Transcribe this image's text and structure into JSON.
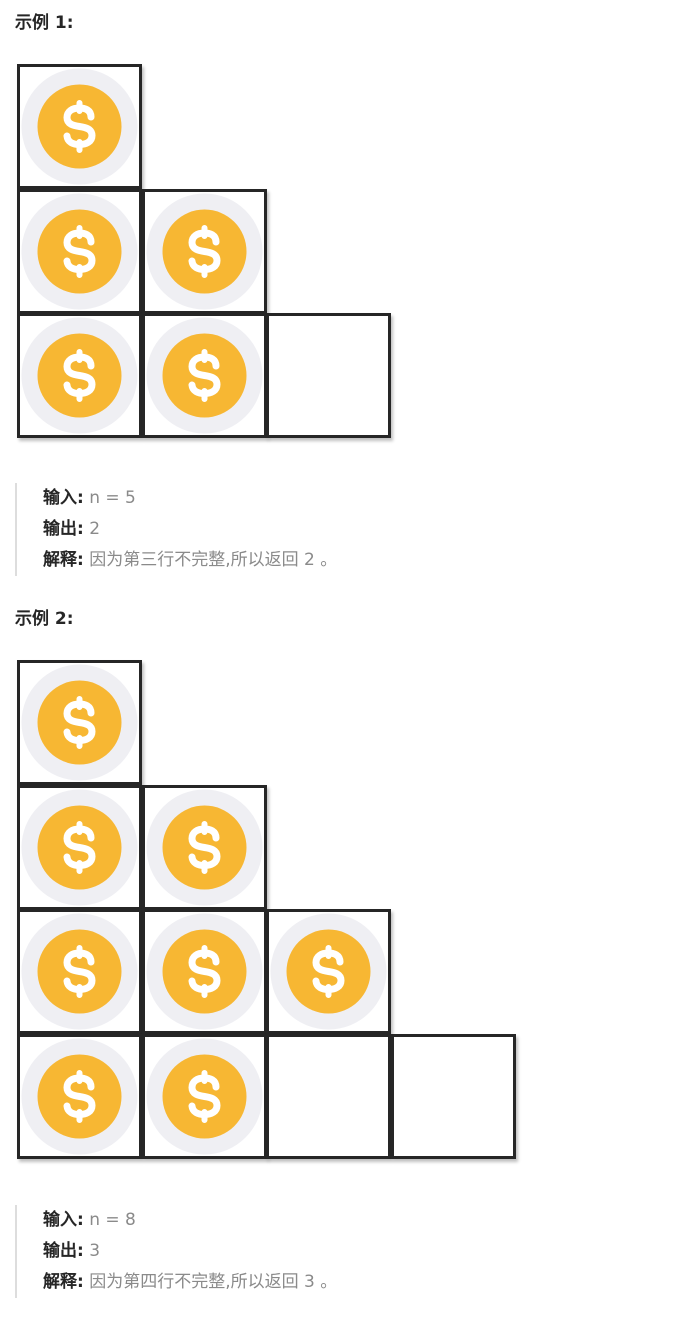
{
  "examples": [
    {
      "title": "示例 1:",
      "rows": [
        {
          "coins": 1,
          "empty": 0
        },
        {
          "coins": 2,
          "empty": 0
        },
        {
          "coins": 2,
          "empty": 1
        }
      ],
      "input_label": "输入:",
      "input_value": "n = 5",
      "output_label": "输出:",
      "output_value": "2",
      "explain_label": "解释:",
      "explain_value": "因为第三行不完整,所以返回 2 。"
    },
    {
      "title": "示例 2:",
      "rows": [
        {
          "coins": 1,
          "empty": 0
        },
        {
          "coins": 2,
          "empty": 0
        },
        {
          "coins": 3,
          "empty": 0
        },
        {
          "coins": 2,
          "empty": 2
        }
      ],
      "input_label": "输入:",
      "input_value": "n = 8",
      "output_label": "输出:",
      "output_value": "3",
      "explain_label": "解释:",
      "explain_value": "因为第四行不完整,所以返回 3 。"
    }
  ],
  "colors": {
    "coin_gold": "#F7B733",
    "coin_halo": "#EFEFF3",
    "dollar_sign": "#FFFFFF",
    "cell_border": "#262626"
  },
  "icons": {
    "coin": "dollar-coin-icon"
  }
}
